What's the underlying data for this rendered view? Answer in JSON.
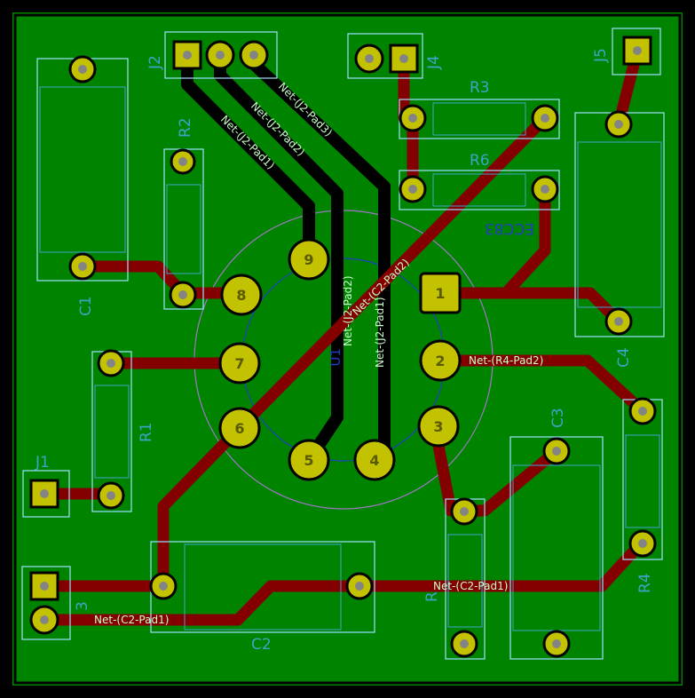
{
  "colors": {
    "background": "#000000",
    "copper_fill": "#008400",
    "trace_front": "#840000",
    "trace_back": "#000000",
    "pad": "#c2c200",
    "silk": "#9fe0ff",
    "fab": "#3fa3c7",
    "net_label": "#c8ffc8",
    "tube_outline": "#a078c8",
    "tube_inner": "#2040c0",
    "board_edge": "#c2c200"
  },
  "refs": {
    "j2": "J2",
    "j4": "J4",
    "j5": "J5",
    "j1": "J1",
    "j3": "3",
    "r1": "R1",
    "r2": "R2",
    "r3": "R3",
    "r4": "R4",
    "r5": "R",
    "r6": "R6",
    "c1": "C1",
    "c2": "C2",
    "c3": "C3",
    "c4": "C4",
    "u1": "U1",
    "tube_value": "ECC83"
  },
  "pin_numbers": {
    "p1": "1",
    "p2": "2",
    "p3": "3",
    "p4": "4",
    "p5": "5",
    "p6": "6",
    "p7": "7",
    "p8": "8",
    "p9": "9"
  },
  "net_labels": {
    "j2_pad3": "Net-(J2-Pad3)",
    "j2_pad2": "Net-(J2-Pad2)",
    "j2_pad1": "Net-(J2-Pad1)",
    "c2_pad2_diag": "Net-(C2-Pad2)",
    "r4_pad2": "Net-(R4-Pad2)",
    "c2_pad1_right": "Net-(C2-Pad1)",
    "c2_pad1_left": "Net-(C2-Pad1)",
    "center_pad2": "Net-(J2-Pad2)",
    "center_pad1": "Net-(J2-Pad1)"
  }
}
